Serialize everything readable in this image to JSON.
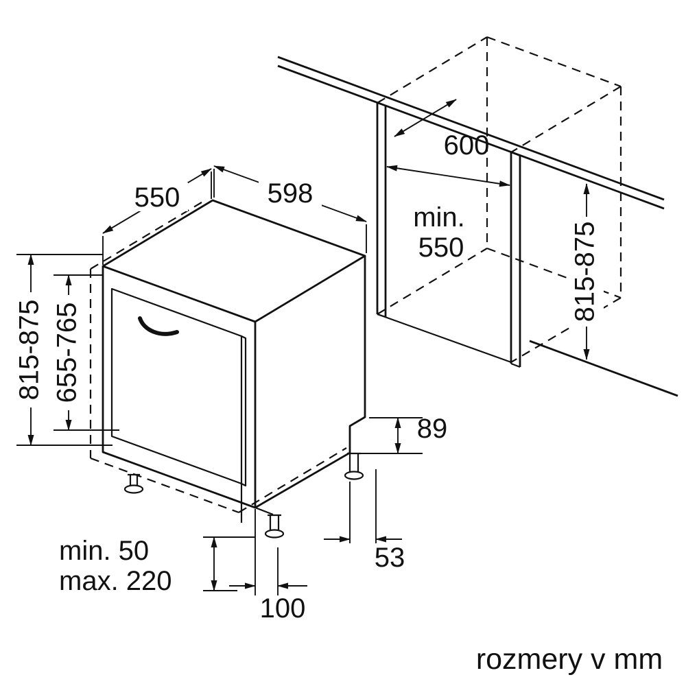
{
  "diagram": {
    "caption": "rozmery v mm",
    "dimensions": {
      "top_depth": "550",
      "top_width": "598",
      "left_height_outer": "815-875",
      "left_height_door": "655-765",
      "niche_width": "600",
      "niche_depth_min_line1": "min.",
      "niche_depth_min_line2": "550",
      "niche_height": "815-875",
      "rear_foot_height": "89",
      "rear_foot_offset": "53",
      "front_foot_offset": "100",
      "plinth_min": "min. 50",
      "plinth_max": "max. 220"
    }
  }
}
